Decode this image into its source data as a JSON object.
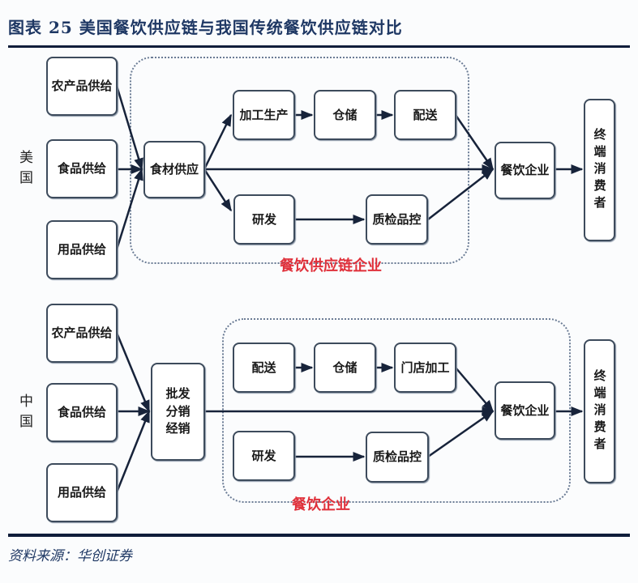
{
  "figure": {
    "title": "图表 25   美国餐饮供应链与我国传统餐饮供应链对比",
    "source": "资料来源：华创证券"
  },
  "colors": {
    "title": "#1f3864",
    "box_border": "#3d4b5c",
    "arrow": "#17233a",
    "region_label": "#e0303a",
    "dotted_region": "#6b7c95"
  },
  "us": {
    "country_label": "美国",
    "suppliers": [
      "农产品供给",
      "食品供给",
      "用品供给"
    ],
    "hub": "食材供应",
    "upper_chain": [
      "加工生产",
      "仓储",
      "配送"
    ],
    "lower_chain": [
      "研发",
      "质检品控"
    ],
    "enterprise": "餐饮企业",
    "consumer": "终端消费者",
    "region_label": "餐饮供应链企业"
  },
  "cn": {
    "country_label": "中国",
    "suppliers": [
      "农产品供给",
      "食品供给",
      "用品供给"
    ],
    "hub": "批发分销经销",
    "hub_lines": [
      "批发",
      "分销",
      "经销"
    ],
    "upper_chain": [
      "配送",
      "仓储",
      "门店加工"
    ],
    "lower_chain": [
      "研发",
      "质检品控"
    ],
    "enterprise": "餐饮企业",
    "consumer": "终端消费者",
    "region_label": "餐饮企业"
  }
}
